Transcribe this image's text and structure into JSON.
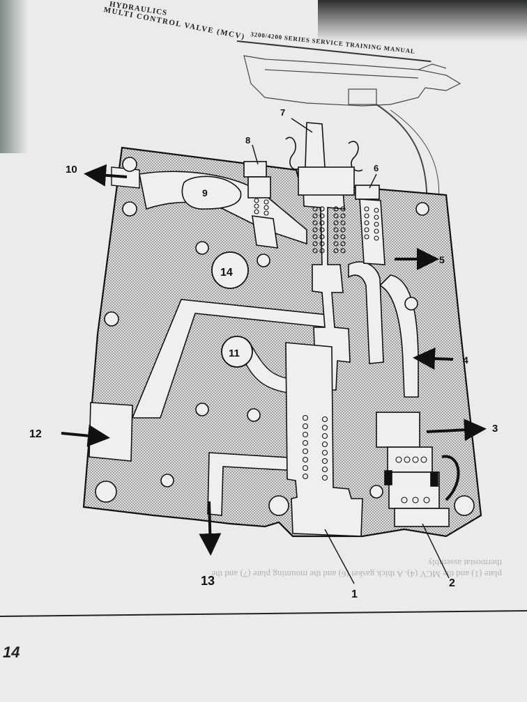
{
  "header": {
    "chapter": "HYDRAULICS",
    "section": "MULTI CONTROL VALVE (MCV)",
    "manual": "3200/4200 SERIES SERVICE TRAINING MANUAL"
  },
  "callouts": {
    "c1": "1",
    "c2": "2",
    "c3": "3",
    "c4": "4",
    "c5": "5",
    "c6": "6",
    "c7": "7",
    "c8": "8",
    "c9": "9",
    "c10": "10",
    "c11": "11",
    "c12": "12",
    "c13": "13",
    "c14": "14"
  },
  "bleed_text": "plate (1) and the MCV (4). A thick gasket (6) and the mounting plate (7) and the thermostat assembly",
  "page_number": "14"
}
